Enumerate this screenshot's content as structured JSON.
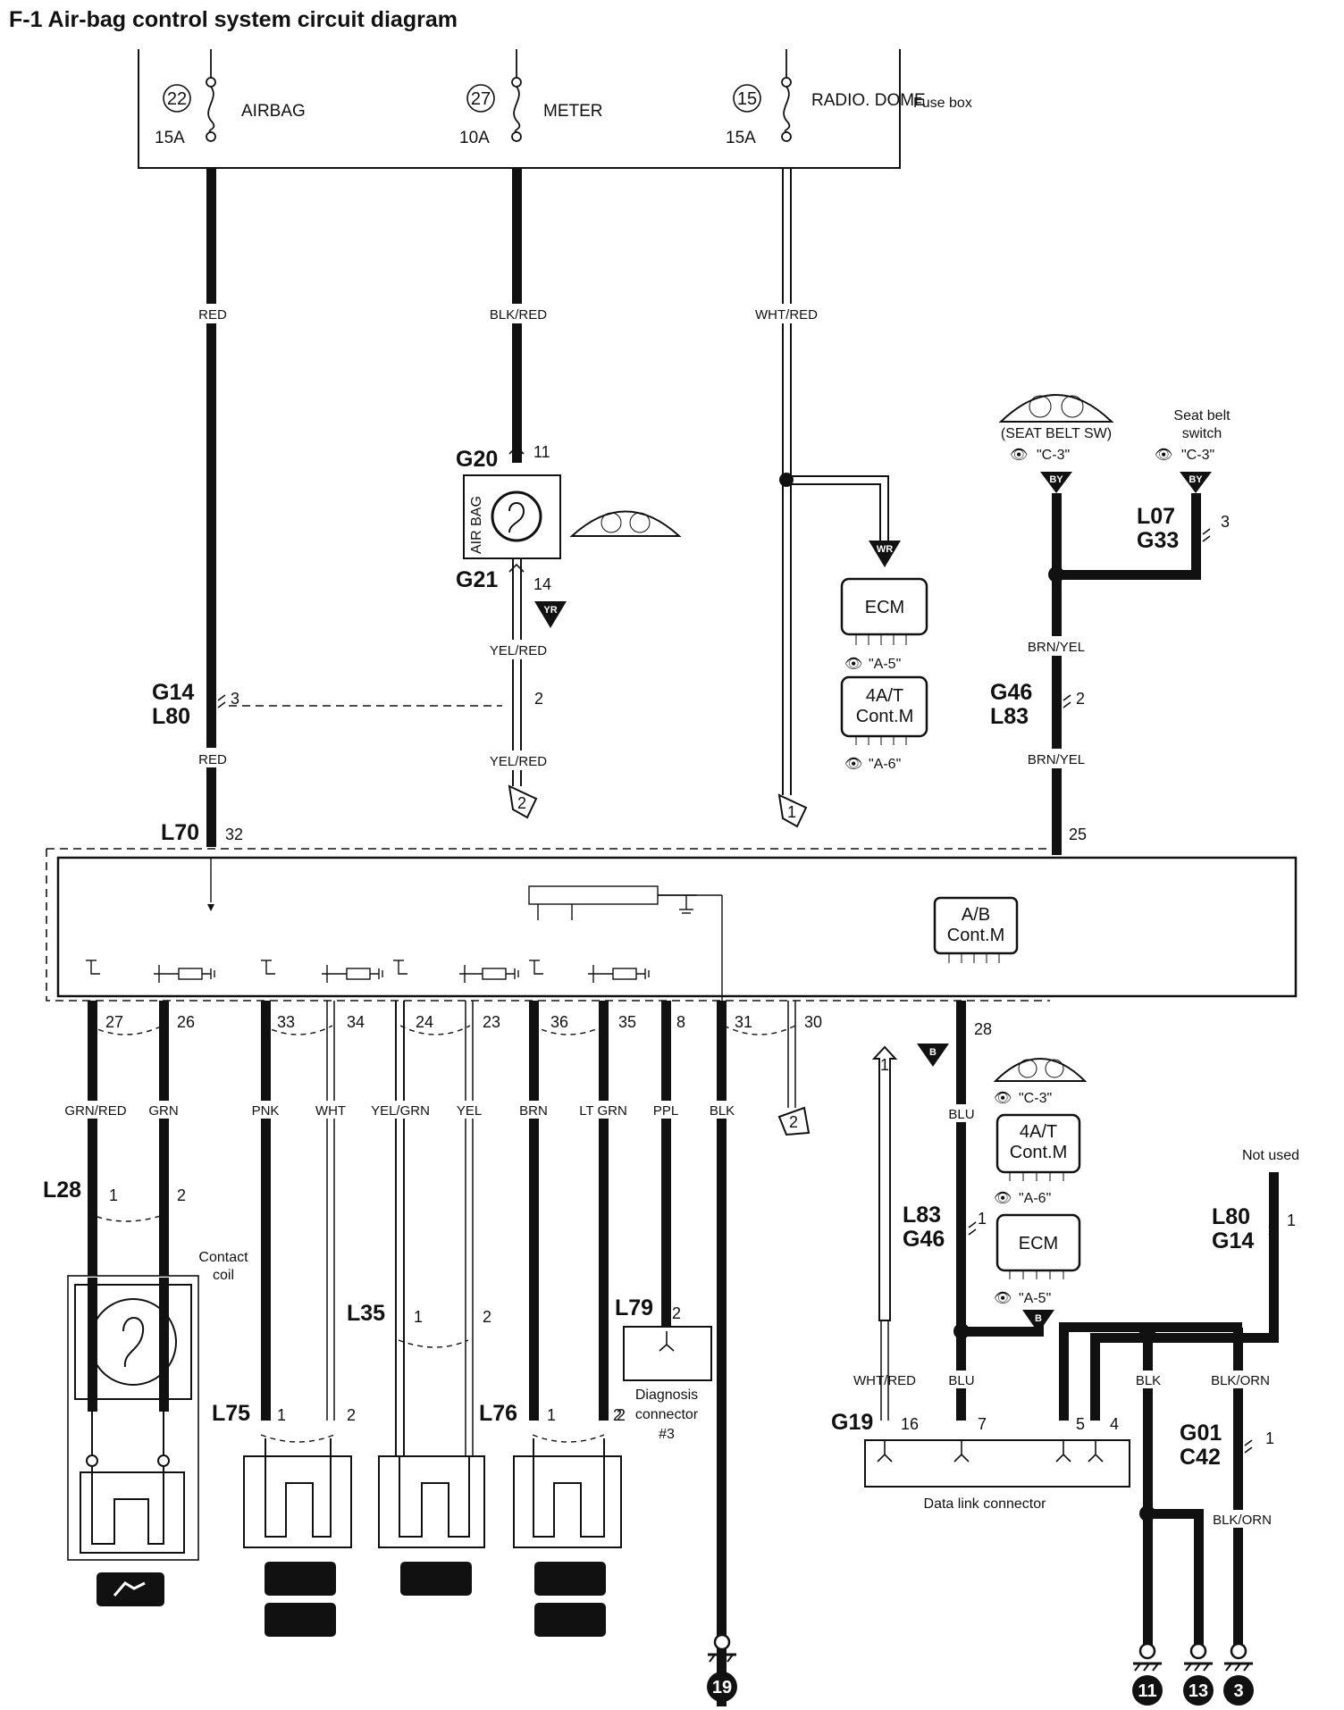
{
  "title": "F-1 Air-bag control system circuit diagram",
  "fuse_box": {
    "label": "Fuse box",
    "fuses": [
      {
        "number": "22",
        "amps": "15A",
        "name": "AIRBAG"
      },
      {
        "number": "27",
        "amps": "10A",
        "name": "METER"
      },
      {
        "number": "15",
        "amps": "15A",
        "name": "RADIO. DOME"
      }
    ]
  },
  "wires": {
    "red": "RED",
    "blk_red": "BLK/RED",
    "wht_red": "WHT/RED",
    "yel_red": "YEL/RED",
    "brn_yel": "BRN/YEL",
    "grn_red": "GRN/RED",
    "grn": "GRN",
    "pnk": "PNK",
    "wht": "WHT",
    "yel_grn": "YEL/GRN",
    "yel": "YEL",
    "brn": "BRN",
    "lt_grn": "LT GRN",
    "ppl": "PPL",
    "blk": "BLK",
    "blu": "BLU",
    "blk_orn": "BLK/ORN"
  },
  "connectors": {
    "G20": "G20",
    "G21": "G21",
    "G14": "G14",
    "L80": "L80",
    "L70": "L70",
    "L07": "L07",
    "G33": "G33",
    "G46": "G46",
    "L83": "L83",
    "L28": "L28",
    "L35": "L35",
    "L75": "L75",
    "L76": "L76",
    "L79": "L79",
    "G19": "G19",
    "G01": "G01",
    "C42": "C42"
  },
  "pins": {
    "p11": "11",
    "p14": "14",
    "p3": "3",
    "p2": "2",
    "p1": "1",
    "p32": "32",
    "p25": "25",
    "p27": "27",
    "p26": "26",
    "p33": "33",
    "p34": "34",
    "p24": "24",
    "p23": "23",
    "p36": "36",
    "p35": "35",
    "p8": "8",
    "p31": "31",
    "p30": "30",
    "p28": "28",
    "p16": "16",
    "p7": "7",
    "p5": "5",
    "p4": "4"
  },
  "components": {
    "airbag_lamp": "AIR BAG",
    "ecm": "ECM",
    "at_cont": "4A/T Cont.M",
    "ab_cont": "A/B Cont.M",
    "seat_belt_sw": "(SEAT BELT SW)",
    "seat_belt_switch": "Seat belt switch",
    "contact_coil": "Contact coil",
    "diag_connector": "Diagnosis connector #3",
    "data_link": "Data link connector",
    "not_used": "Not used"
  },
  "refs": {
    "c3": "\"C-3\"",
    "a5": "\"A-5\"",
    "a6": "\"A-6\""
  },
  "wire_markers": {
    "wr": "WR",
    "yr": "YR",
    "by": "BY",
    "b": "B"
  },
  "flags": {
    "f1": "1",
    "f2": "2"
  },
  "grounds": [
    "19",
    "11",
    "13",
    "3"
  ]
}
